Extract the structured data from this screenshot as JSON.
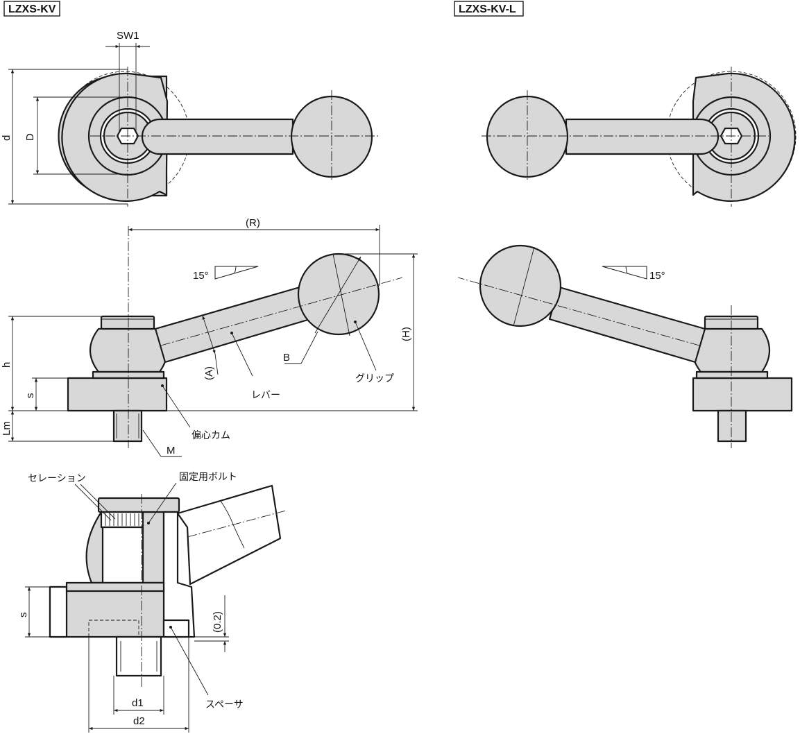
{
  "views": {
    "left_title": "LZXS-KV",
    "right_title": "LZXS-KV-L"
  },
  "dimensions": {
    "sw1": "SW1",
    "d": "d",
    "D": "D",
    "R": "(R)",
    "H": "(H)",
    "h": "h",
    "s": "s",
    "Lm": "Lm",
    "M": "M",
    "A": "(A)",
    "B": "B",
    "angle_left": "15°",
    "angle_right": "15°",
    "s_detail": "s",
    "gap": "(0.2)",
    "d1": "d1",
    "d2": "d2"
  },
  "labels": {
    "lever": "レバー",
    "grip": "グリップ",
    "cam": "偏心カム",
    "serration": "セレーション",
    "bolt": "固定用ボルト",
    "spacer": "スペーサ"
  }
}
